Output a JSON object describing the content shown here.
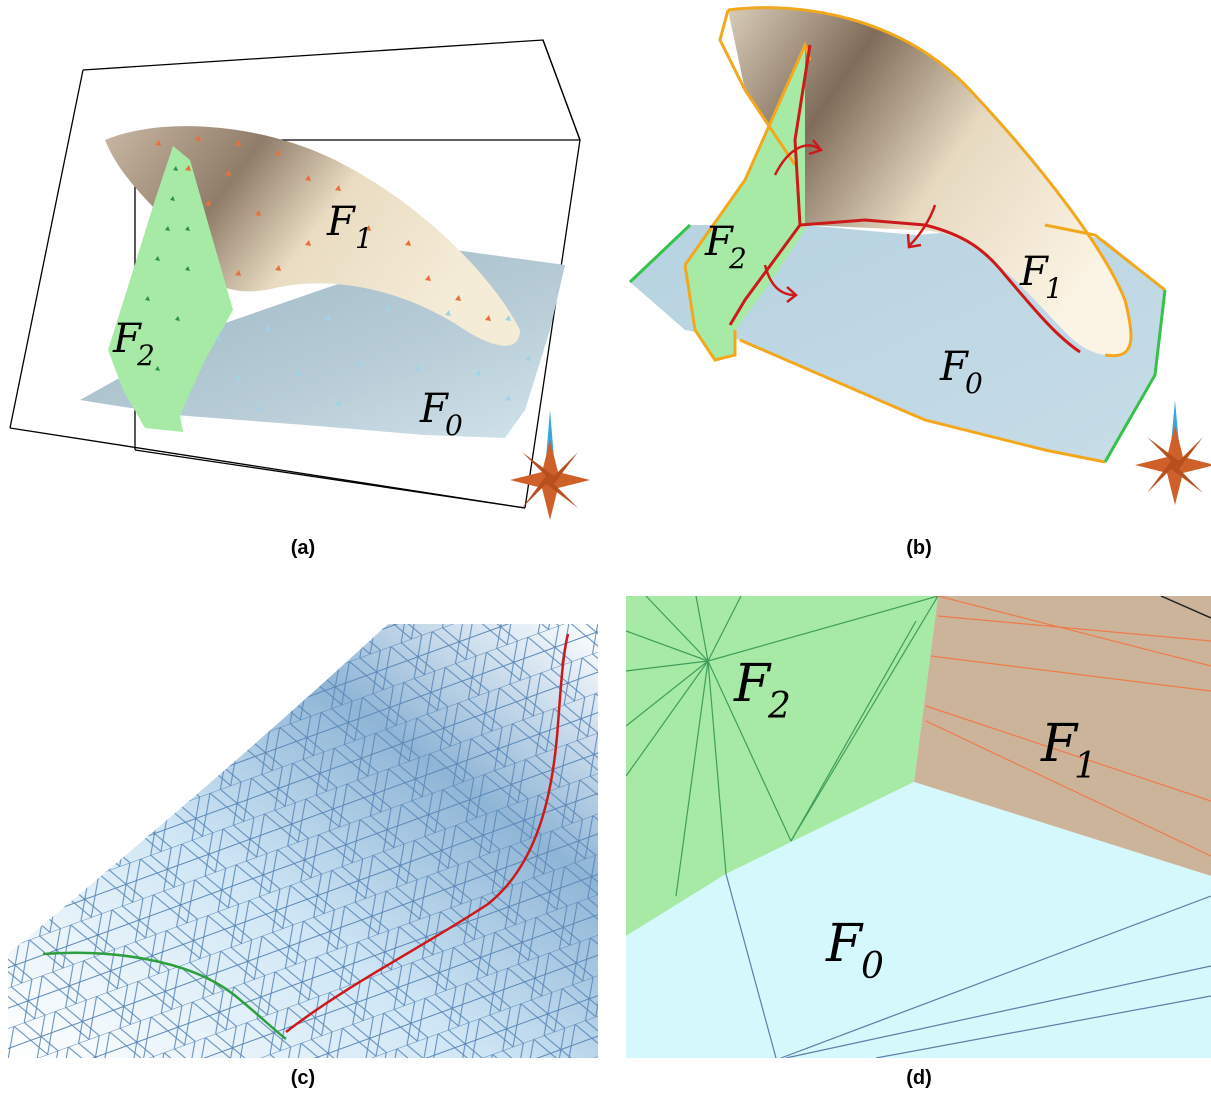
{
  "captions": {
    "a": "(a)",
    "b": "(b)",
    "c": "(c)",
    "d": "(d)"
  },
  "face_labels": {
    "f0_main": "F",
    "f0_sub": "0",
    "f1_main": "F",
    "f1_sub": "1",
    "f2_main": "F",
    "f2_sub": "2"
  },
  "colors": {
    "face0": "#b8d2dc",
    "face1": "#e9dcc2",
    "face2": "#a6eaa6",
    "curve_red": "#cc1a1a",
    "curve_green": "#2e9e3e",
    "boundary_orange": "#f2a81d",
    "mesh_blue": "#5b88b8",
    "axis_orange": "#d0602a",
    "axis_blue": "#38a8dc"
  },
  "icons": [
    "axis-star-icon"
  ]
}
